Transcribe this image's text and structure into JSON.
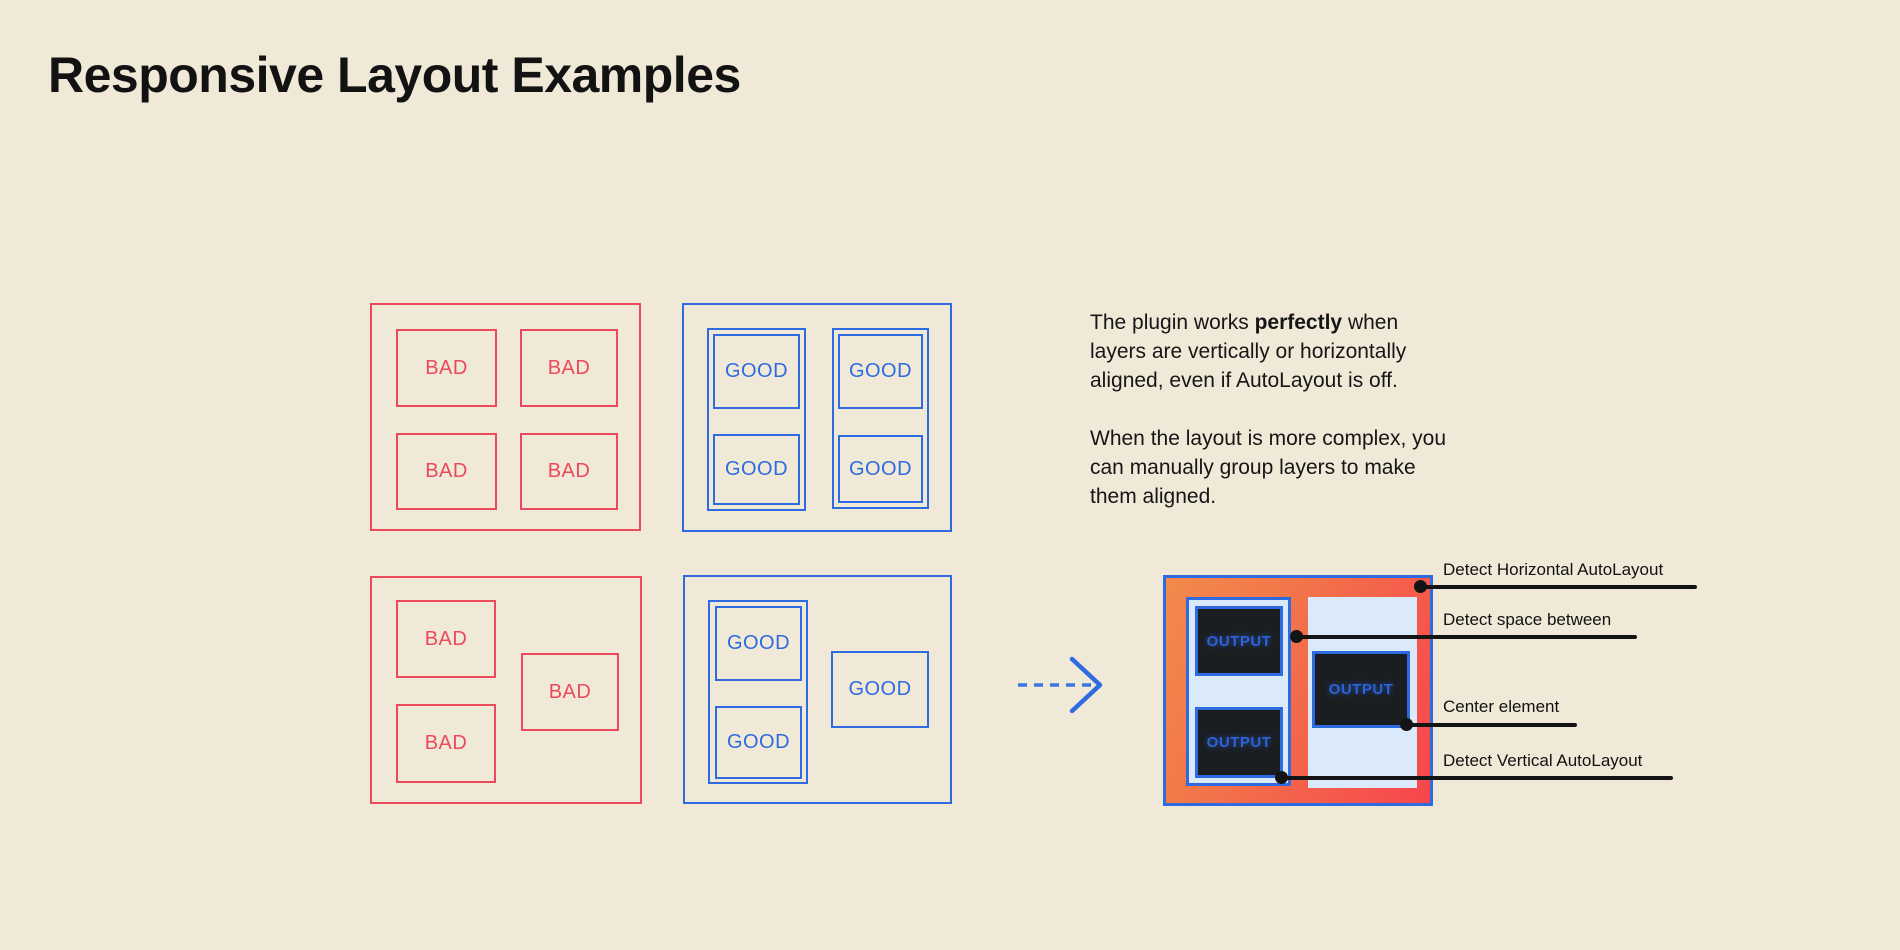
{
  "title": "Responsive Layout Examples",
  "labels": {
    "bad": "BAD",
    "good": "GOOD",
    "output": "OUTPUT"
  },
  "description": {
    "p1_line1_pre": "The plugin works ",
    "p1_line1_bold": "perfectly",
    "p1_line1_post": " when",
    "p1_line2": "layers are vertically or horizontally",
    "p1_line3": "aligned, even if AutoLayout is off.",
    "p2_line1": "When the layout is more complex, you",
    "p2_line2": "can manually group layers to make",
    "p2_line3": "them aligned."
  },
  "annotations": {
    "horizontal": "Detect Horizontal AutoLayout",
    "space_between": "Detect space between",
    "center": "Center element",
    "vertical": "Detect Vertical AutoLayout"
  },
  "colors": {
    "background": "#f0e9d8",
    "bad_red": "#ea4a5c",
    "good_blue": "#2f6be0",
    "gradient_orange": "#f28a4c",
    "gradient_red": "#f7454d",
    "pale_blue": "#daeafb",
    "dark_box": "#1b1e21",
    "output_text": "#2d62d8",
    "annotation_black": "#141414",
    "arrow_blue": "#3a74e3"
  }
}
